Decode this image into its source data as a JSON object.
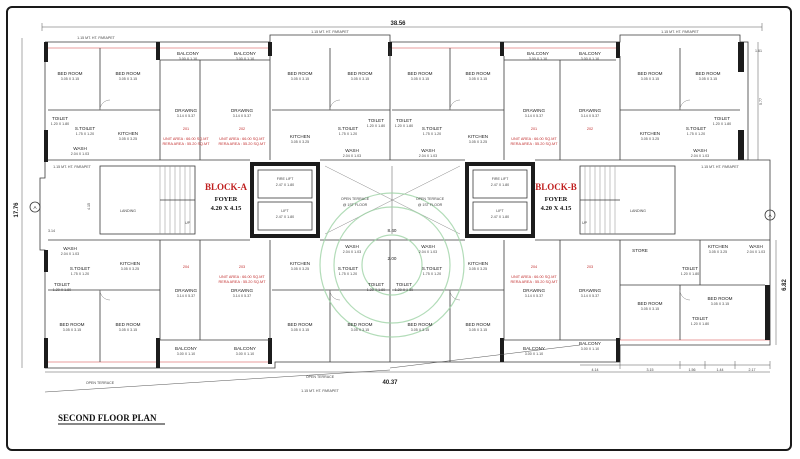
{
  "title": "SECOND FLOOR PLAN",
  "dims": {
    "top_width": "38.56",
    "bottom_width": "40.37",
    "left_height": "17.76",
    "right_height": "6.82",
    "center_upper": "8.40",
    "center_lower": "2.00",
    "bottom_left": "4.14",
    "bottom_a": "3.15",
    "bottom_b": "1.56",
    "bottom_c": "1.44",
    "bottom_d": "2.17",
    "right_top": "1.61",
    "right_mid": "5.77",
    "left_mid": "4.15",
    "left_small": "3.14"
  },
  "section_marker": "A",
  "blocks": [
    {
      "name": "BLOCK-A",
      "foyer": "FOYER",
      "foyer_size": "4.20 X 4.15"
    },
    {
      "name": "BLOCK-B",
      "foyer": "FOYER",
      "foyer_size": "4.20 X 4.15"
    }
  ],
  "lifts": [
    {
      "label": "FIRE LIFT",
      "size": "2.47 X 1.80"
    },
    {
      "label": "LIFT",
      "size": "2.47 X 1.80"
    },
    {
      "label": "FIRE LIFT",
      "size": "2.47 X 1.80"
    },
    {
      "label": "LIFT",
      "size": "2.47 X 1.80"
    }
  ],
  "terraces": [
    {
      "label": "OPEN TERRACE",
      "sub": "@ 1ST FLOOR"
    },
    {
      "label": "OPEN TERRACE",
      "sub": "@ 1ST FLOOR"
    }
  ],
  "open_terrace_bottom": "OPEN TERRACE",
  "rooms": {
    "bed": "BED ROOM",
    "bed_size": "3.05 X 3.15",
    "balcony": "BALCONY",
    "balcony_size": "3.00 X 1.10",
    "drawing": "DRAWING",
    "drawing_size": "3.14 X 5.37",
    "kitchen": "KITCHEN",
    "kitchen_size": "3.05 X 3.25",
    "toilet": "TOILET",
    "toilet_size": "1.20 X 1.80",
    "stoilet": "S.TOILET",
    "stoilet_size": "1.75 X 1.20",
    "wash": "WASH",
    "wash_size": "2.04 X 1.03",
    "store": "STORE",
    "landing": "LANDING",
    "up": "UP"
  },
  "units": [
    "201",
    "202",
    "201",
    "202",
    "203",
    "204",
    "203",
    "204"
  ],
  "unit_area": "UNIT AREA : 66.00 SQ.MT",
  "rera_area": "RERA AREA : 55.20 SQ.MT",
  "parapet": "1.15 MT. HT. PARAPET"
}
